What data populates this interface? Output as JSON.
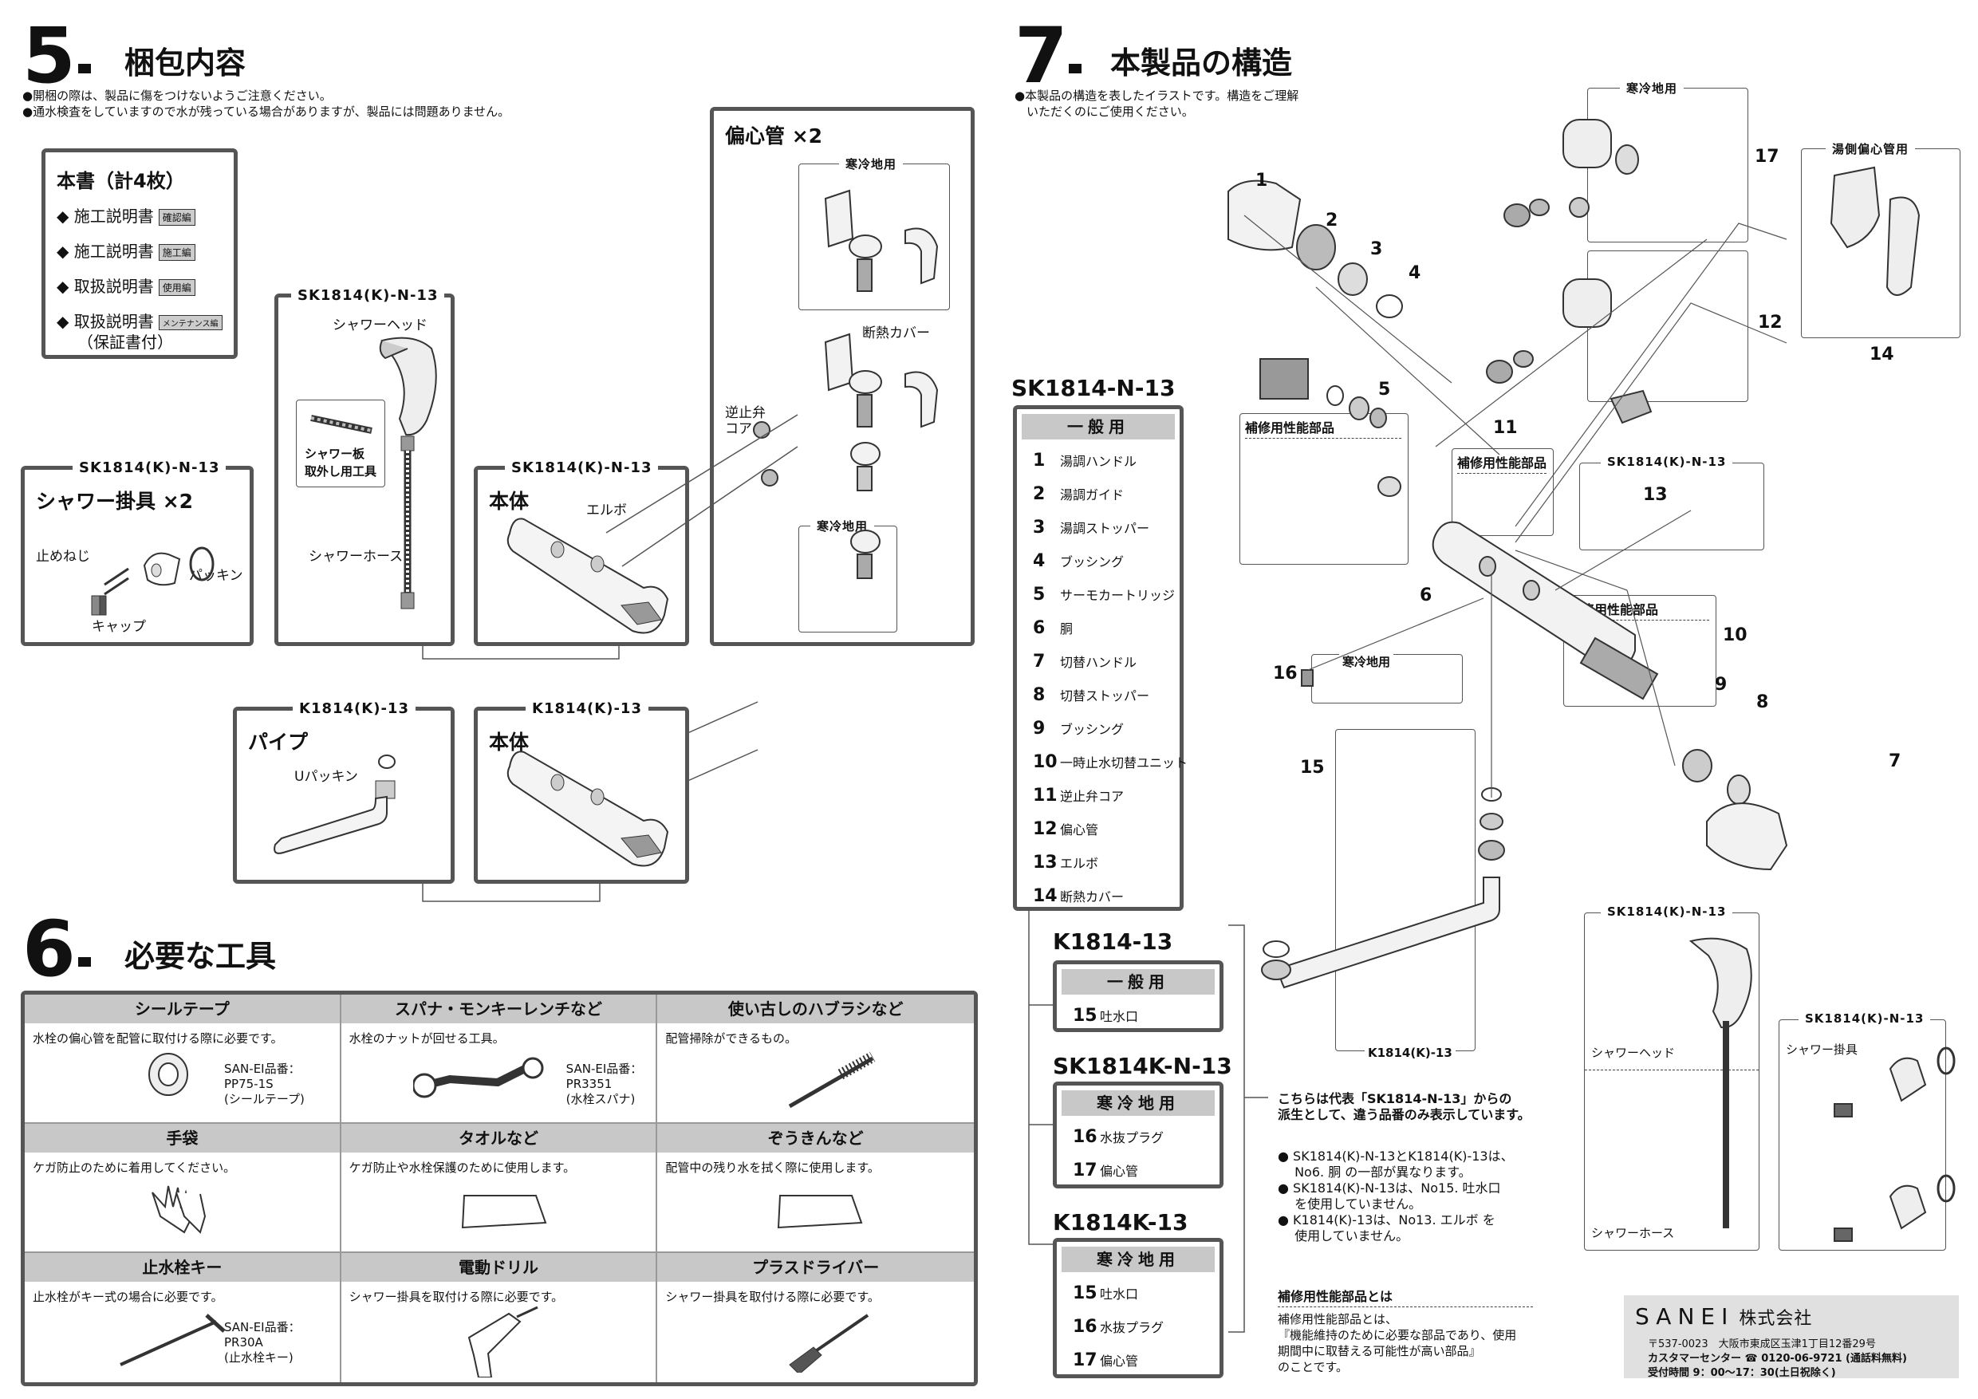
{
  "section5": {
    "num": "5",
    "title": "梱包内容",
    "notes": [
      "●開梱の際は、製品に傷をつけないようご注意ください。",
      "●通水検査をしていますので水が残っている場合がありますが、製品には問題ありません。"
    ],
    "docs": {
      "title": "本書（計4枚）",
      "items": [
        {
          "label": "◆ 施工説明書",
          "badge": "確認編"
        },
        {
          "label": "◆ 施工説明書",
          "badge": "施工編"
        },
        {
          "label": "◆ 取扱説明書",
          "badge": "使用編"
        },
        {
          "label": "◆ 取扱説明書",
          "badge": "メンテナンス編"
        }
      ],
      "warranty": "（保証書付）"
    },
    "hook_box": {
      "tag": "SK1814(K)-N-13",
      "title": "シャワー掛具 ×2",
      "labels": [
        "止めねじ",
        "パッキン",
        "キャップ"
      ]
    },
    "shower_box": {
      "tag": "SK1814(K)-N-13",
      "labels": [
        "シャワーヘッド",
        "シャワー板",
        "取外し用工具",
        "シャワーホース"
      ]
    },
    "body_box": {
      "tag": "SK1814(K)-N-13",
      "title": "本体",
      "labels": [
        "エルボ"
      ]
    },
    "pipe_box": {
      "title": "偏心管 ×2",
      "labels": [
        "寒冷地用",
        "断熱カバー",
        "寒冷地用",
        "逆止弁",
        "コア"
      ]
    },
    "pipe2_box": {
      "tag": "K1814(K)-13",
      "title": "パイプ",
      "labels": [
        "Uパッキン"
      ]
    },
    "body2_box": {
      "tag": "K1814(K)-13",
      "title": "本体"
    }
  },
  "section6": {
    "num": "6",
    "title": "必要な工具",
    "tools": [
      {
        "name": "シールテープ",
        "desc": "水栓の偏心管を配管に取付ける際に必要です。",
        "code": [
          "SAN-EI品番：",
          "PP75-1S",
          "(シールテープ)"
        ]
      },
      {
        "name": "スパナ・モンキーレンチなど",
        "desc": "水栓のナットが回せる工具。",
        "code": [
          "SAN-EI品番：",
          "PR3351",
          "(水栓スパナ)"
        ]
      },
      {
        "name": "使い古しのハブラシなど",
        "desc": "配管掃除ができるもの。",
        "code": []
      },
      {
        "name": "手袋",
        "desc": "ケガ防止のために着用してください。",
        "code": []
      },
      {
        "name": "タオルなど",
        "desc": "ケガ防止や水栓保護のために使用します。",
        "code": []
      },
      {
        "name": "ぞうきんなど",
        "desc": "配管中の残り水を拭く際に使用します。",
        "code": []
      },
      {
        "name": "止水栓キー",
        "desc": "止水栓がキー式の場合に必要です。",
        "code": [
          "SAN-EI品番：",
          "PR30A",
          "(止水栓キー)"
        ]
      },
      {
        "name": "電動ドリル",
        "desc": "シャワー掛具を取付ける際に必要です。",
        "code": []
      },
      {
        "name": "プラスドライバー",
        "desc": "シャワー掛具を取付ける際に必要です。",
        "code": []
      }
    ]
  },
  "section7": {
    "num": "7",
    "title": "本製品の構造",
    "note": [
      "●本製品の構造を表したイラストです。構造をご理解",
      "　いただくのにご使用ください。"
    ],
    "model_main": "SK1814-N-13",
    "general_head": "一般用",
    "parts": [
      {
        "n": "1",
        "name": "湯調ハンドル"
      },
      {
        "n": "2",
        "name": "湯調ガイド"
      },
      {
        "n": "3",
        "name": "湯調ストッパー"
      },
      {
        "n": "4",
        "name": "ブッシング"
      },
      {
        "n": "5",
        "name": "サーモカートリッジ"
      },
      {
        "n": "6",
        "name": "胴"
      },
      {
        "n": "7",
        "name": "切替ハンドル"
      },
      {
        "n": "8",
        "name": "切替ストッパー"
      },
      {
        "n": "9",
        "name": "ブッシング"
      },
      {
        "n": "10",
        "name": "一時止水切替ユニット"
      },
      {
        "n": "11",
        "name": "逆止弁コア"
      },
      {
        "n": "12",
        "name": "偏心管"
      },
      {
        "n": "13",
        "name": "エルボ"
      },
      {
        "n": "14",
        "name": "断熱カバー"
      }
    ],
    "k1814": {
      "model": "K1814-13",
      "head": "一般用",
      "parts": [
        {
          "n": "15",
          "name": "吐水口"
        }
      ]
    },
    "sk1814k": {
      "model": "SK1814K-N-13",
      "head": "寒冷地用",
      "parts": [
        {
          "n": "16",
          "name": "水抜プラグ"
        },
        {
          "n": "17",
          "name": "偏心管"
        }
      ]
    },
    "k1814k": {
      "model": "K1814K-13",
      "head": "寒冷地用",
      "parts": [
        {
          "n": "15",
          "name": "吐水口"
        },
        {
          "n": "16",
          "name": "水抜プラグ"
        },
        {
          "n": "17",
          "name": "偏心管"
        }
      ]
    },
    "derived_note": [
      "こちらは代表「SK1814-N-13」からの",
      "派生として、違う品番のみ表示しています。"
    ],
    "bullets": [
      "● SK1814(K)-N-13とK1814(K)-13は、",
      "　 No6. 胴 の一部が異なります。",
      "● SK1814(K)-N-13は、No15. 吐水口",
      "　 を使用していません。",
      "● K1814(K)-13は、No13. エルボ を",
      "　 使用していません。"
    ],
    "repair_title": "補修用性能部品とは",
    "repair_text": [
      "補修用性能部品とは、",
      "『機能維持のために必要な部品であり、使用",
      "期間中に取替える可能性が高い部品』",
      "のことです。"
    ],
    "diagram_labels": {
      "cold1": "寒冷地用",
      "hot_pipe": "湯側偏心管用",
      "repair1": "補修用性能部品",
      "repair2": "補修用性能部品",
      "repair3": "補修用性能部品",
      "elbow_tag": "SK1814(K)-N-13",
      "cold2": "寒冷地用",
      "spout_tag": "K1814(K)-13",
      "shower_tag": "SK1814(K)-N-13",
      "shower_head": "シャワーヘッド",
      "shower_hose": "シャワーホース",
      "hook_tag": "SK1814(K)-N-13",
      "hook": "シャワー掛具"
    },
    "callouts": [
      "1",
      "2",
      "3",
      "4",
      "5",
      "6",
      "7",
      "8",
      "9",
      "10",
      "11",
      "12",
      "13",
      "14",
      "15",
      "16",
      "17"
    ]
  },
  "company": {
    "name": "SANEI",
    "suffix": "株式会社",
    "address": "〒537-0023　大阪市東成区玉津1丁目12番29号",
    "center": "カスタマーセンター ☎ 0120-06-9721 (通話料無料)",
    "hours": "受付時間 9：00～17：30(土日祝除く)"
  }
}
